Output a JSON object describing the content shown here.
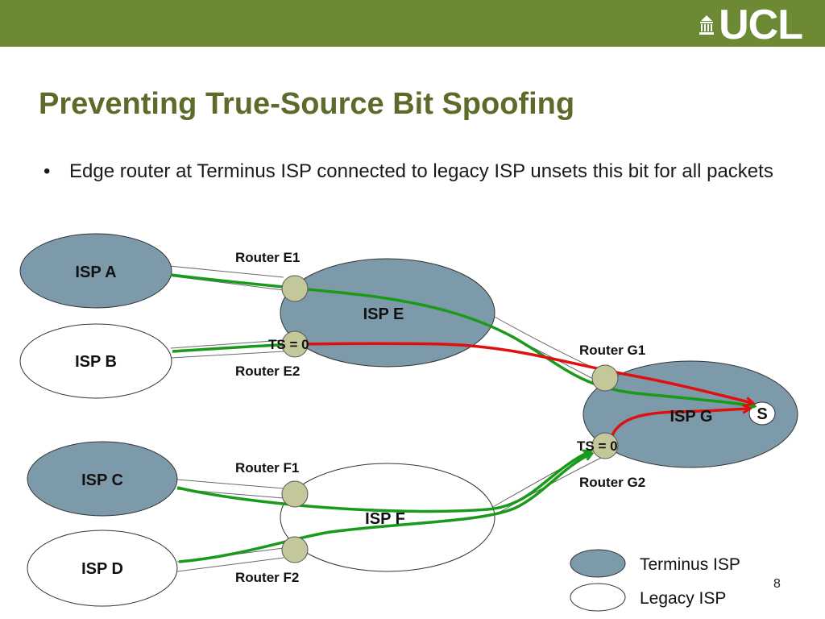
{
  "slide": {
    "title": "Preventing True-Source Bit Spoofing",
    "bullets": [
      "Edge router at Terminus ISP connected to legacy ISP unsets this bit for all packets"
    ],
    "page_number": "8",
    "logo_text": "UCL"
  },
  "colors": {
    "header_bar": "#6b8a33",
    "title": "#5c6b2a",
    "terminus_isp": "#7d9aaa",
    "legacy_isp": "#ffffff",
    "router": "#c3c79a",
    "green_path": "#1a9a1a",
    "red_path": "#e01010"
  },
  "diagram": {
    "isps": {
      "a": "ISP A",
      "b": "ISP B",
      "c": "ISP C",
      "d": "ISP D",
      "e": "ISP E",
      "f": "ISP F",
      "g": "ISP G"
    },
    "routers": {
      "e1": "Router E1",
      "e2": "Router E2",
      "f1": "Router F1",
      "f2": "Router F2",
      "g1": "Router G1",
      "g2": "Router G2"
    },
    "ts_labels": {
      "e2": "TS = 0",
      "g2": "TS = 0"
    },
    "destination": "S",
    "legend": {
      "terminus": "Terminus ISP",
      "legacy": "Legacy ISP"
    }
  }
}
